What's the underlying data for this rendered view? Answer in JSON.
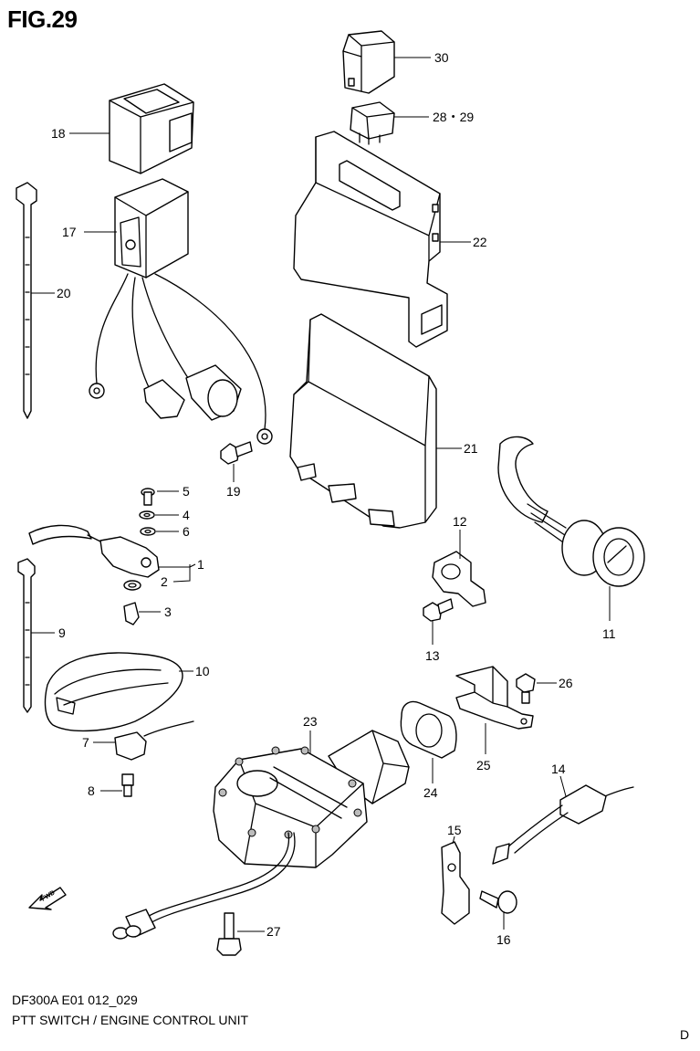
{
  "figure": {
    "title": "FIG.29"
  },
  "caption": {
    "code": "DF300A E01 012_029",
    "name": "PTT SWITCH / ENGINE CONTROL UNIT",
    "revision": "D"
  },
  "icons": {
    "direction": "fwd-arrow-icon"
  },
  "direction_label": "FWD",
  "callouts": [
    "30",
    "28・29",
    "18",
    "17",
    "20",
    "22",
    "21",
    "19",
    "5",
    "4",
    "6",
    "1",
    "2",
    "3",
    "9",
    "10",
    "12",
    "13",
    "11",
    "26",
    "23",
    "7",
    "8",
    "24",
    "25",
    "14",
    "15",
    "16",
    "27"
  ]
}
